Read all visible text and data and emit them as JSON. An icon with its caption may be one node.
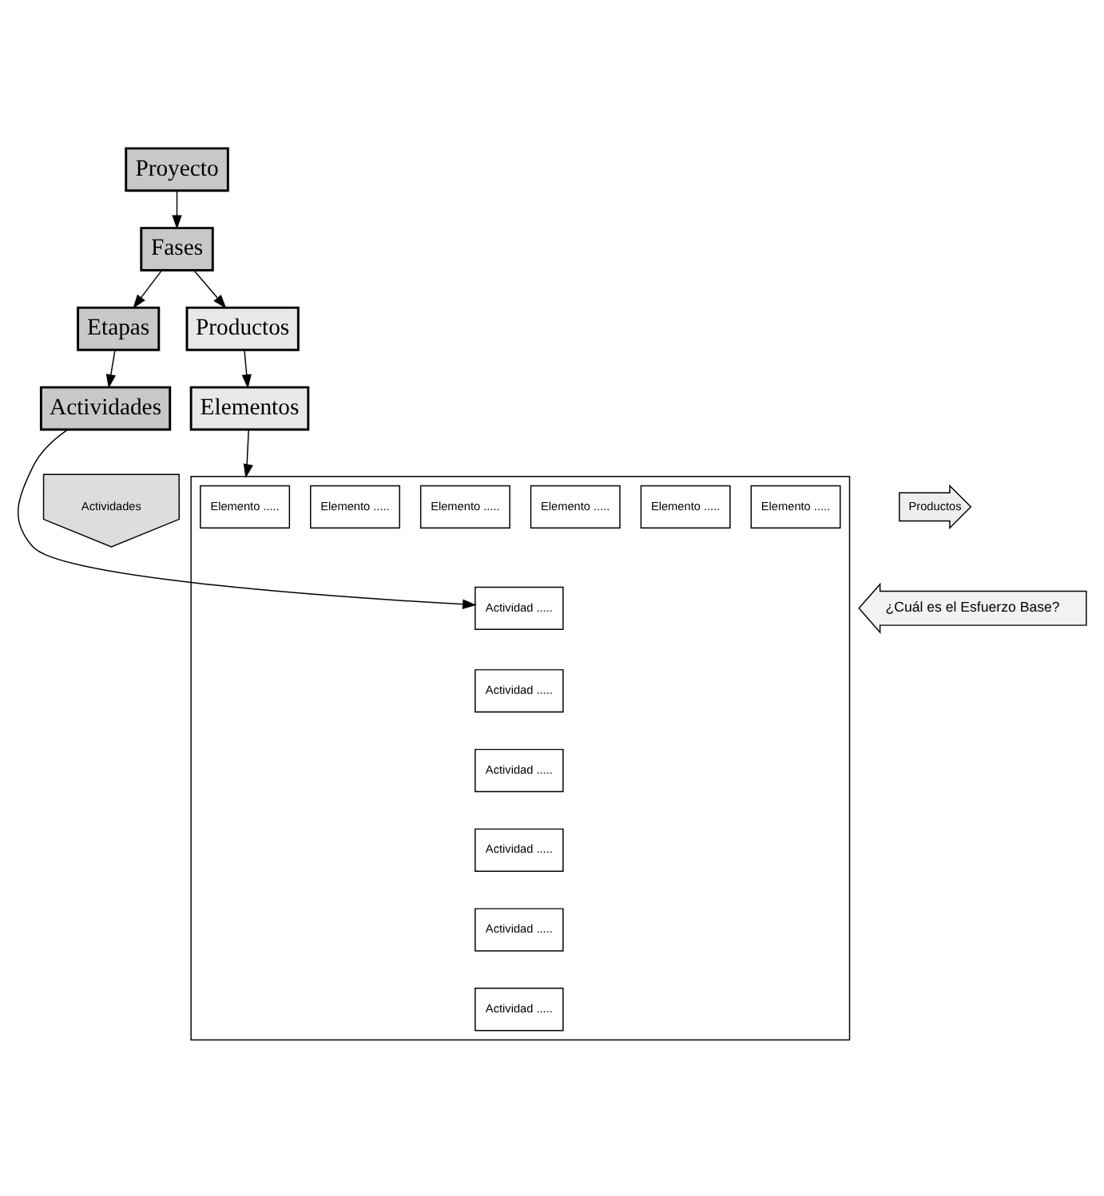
{
  "diagram": {
    "nodes": [
      {
        "text": [
          "Proyecto"
        ]
      },
      {
        "text": [
          "Fases"
        ]
      },
      {
        "text": [
          "Etapas"
        ]
      },
      {
        "text": [
          "Productos"
        ]
      },
      {
        "text": [
          "Actividades"
        ]
      },
      {
        "text": [
          "Elementos"
        ]
      },
      {
        "text": [],
        "shape": "box"
      },
      {
        "text": [
          "Actividades"
        ]
      },
      {
        "text": [
          "Productos"
        ]
      },
      {
        "text": [
          "Elemento ....."
        ],
        "in": 6
      },
      {
        "text": [
          "Elemento ....."
        ],
        "in": 6
      },
      {
        "text": [
          "Elemento ....."
        ],
        "in": 6
      },
      {
        "text": [
          "Elemento ....."
        ],
        "in": 6
      },
      {
        "text": [
          "Elemento ....."
        ],
        "in": 6
      },
      {
        "text": [
          "Elemento ....."
        ],
        "in": 6
      },
      {
        "text": [
          "Actividad ....."
        ],
        "in": 6
      },
      {
        "text": [
          "Actividad ....."
        ],
        "in": 6
      },
      {
        "text": [
          "Actividad ....."
        ],
        "in": 6
      },
      {
        "text": [
          "Actividad ....."
        ],
        "in": 6
      },
      {
        "text": [
          "Actividad ....."
        ],
        "in": 6
      },
      {
        "text": [
          "Actividad ....."
        ],
        "in": 6
      },
      {
        "text": [
          "¿Cuál es el Esfuerzo Base?"
        ]
      }
    ],
    "edges": [
      {
        "from": 0,
        "to": 1,
        "arrow": "to"
      },
      {
        "from": 1,
        "to": 2,
        "arrow": "to"
      },
      {
        "from": 1,
        "to": 3,
        "arrow": "to"
      },
      {
        "from": 2,
        "to": 4,
        "arrow": "to"
      },
      {
        "from": 3,
        "to": 5,
        "arrow": "to"
      },
      {
        "from": 4,
        "to": 15,
        "arrow": "to"
      },
      {
        "from": 5,
        "to": 6,
        "arrow": "to"
      }
    ]
  }
}
